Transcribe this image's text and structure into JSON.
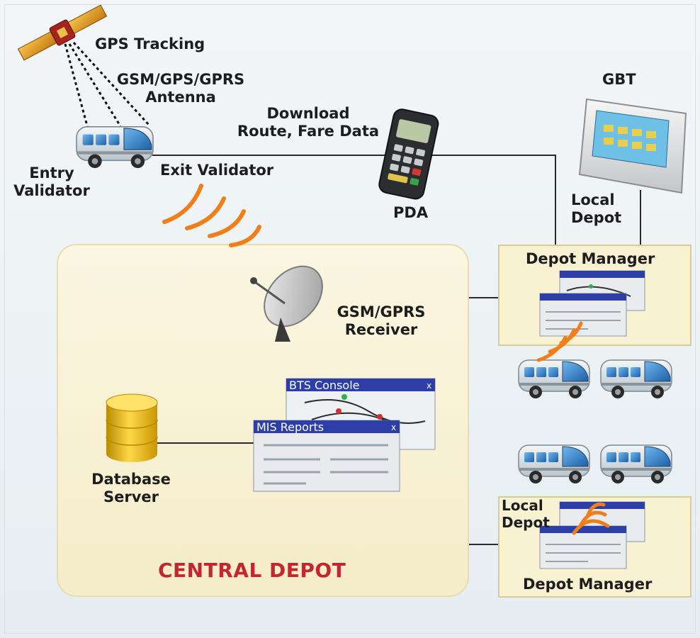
{
  "labels": {
    "gps_tracking": "GPS Tracking",
    "antenna_line1": "GSM/GPS/GPRS",
    "antenna_line2": "Antenna",
    "download_line1": "Download",
    "download_line2": "Route, Fare Data",
    "gbt": "GBT",
    "entry_line1": "Entry",
    "entry_line2": "Validator",
    "exit_validator": "Exit  Validator",
    "pda": "PDA",
    "local_depot_top_line1": "Local",
    "local_depot_top_line2": "Depot",
    "depot_manager_top": "Depot Manager",
    "receiver_line1": "GSM/GPRS",
    "receiver_line2": "Receiver",
    "database_line1": "Database",
    "database_line2": "Server",
    "bts_console": "BTS Console",
    "mis_reports": "MIS Reports",
    "window_close": "x",
    "central_depot": "CENTRAL DEPOT",
    "local_depot_bottom_line1": "Local",
    "local_depot_bottom_line2": "Depot",
    "depot_manager_bottom": "Depot Manager"
  },
  "colors": {
    "central_depot_title": "#c1272d",
    "window_title_bar": "#2d3fa7",
    "signal_wave": "#f07f1a",
    "bus_body": "#dfe5ea",
    "bus_window": "#2f7cc9",
    "database": "#e6b400"
  },
  "icons": [
    "satellite-icon",
    "bus-icon",
    "pda-icon",
    "gbt-terminal-icon",
    "satellite-dish-icon",
    "database-icon",
    "signal-waves-icon"
  ]
}
